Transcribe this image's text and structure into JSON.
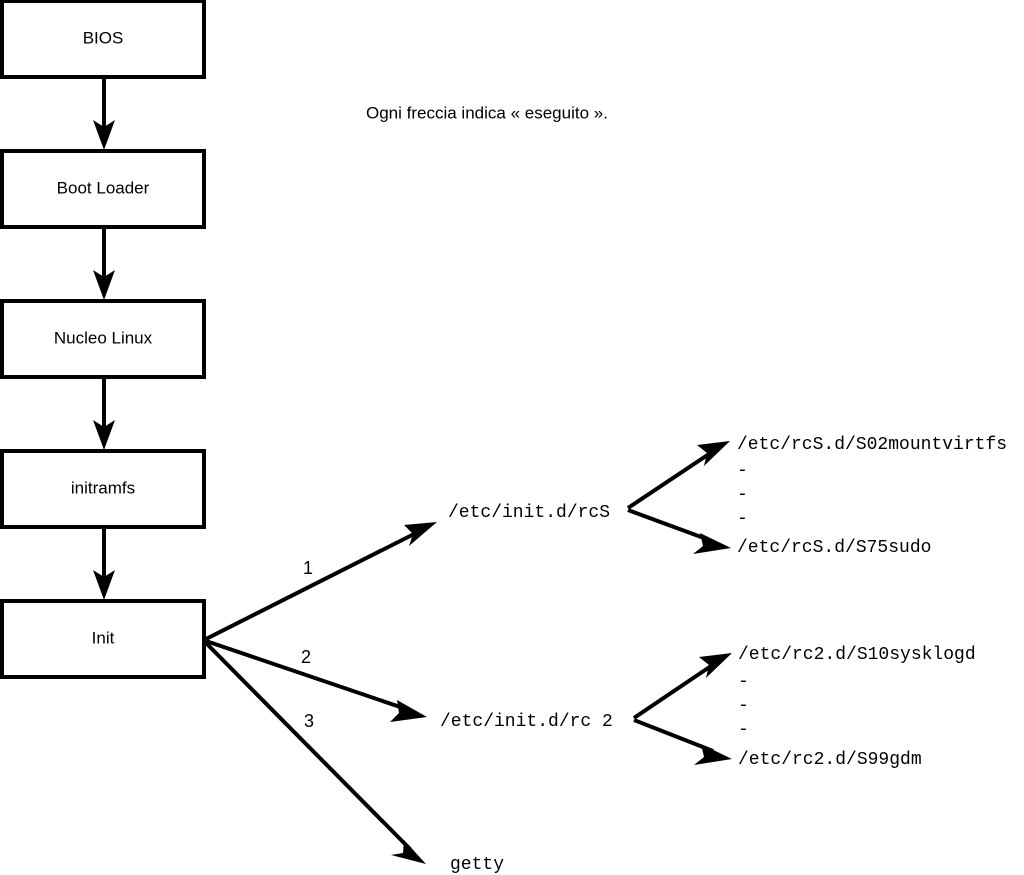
{
  "diagram": {
    "title_caption": "Ogni freccia indica « eseguito ».",
    "colors": {
      "stroke": "#000000",
      "fill": "#ffffff",
      "background": "#ffffff"
    },
    "boot_chain": [
      {
        "id": "bios",
        "label": "BIOS"
      },
      {
        "id": "bootloader",
        "label": "Boot Loader"
      },
      {
        "id": "kernel",
        "label": "Nucleo Linux"
      },
      {
        "id": "initramfs",
        "label": "initramfs"
      },
      {
        "id": "init",
        "label": "Init"
      }
    ],
    "init_branches": [
      {
        "number": "1",
        "target_label": "/etc/init.d/rcS"
      },
      {
        "number": "2",
        "target_label": "/etc/init.d/rc 2"
      },
      {
        "number": "3",
        "target_label": "getty"
      }
    ],
    "rcs_scripts": {
      "first": "/etc/rcS.d/S02mountvirtfs",
      "ellipsis": [
        "-",
        "-",
        "-"
      ],
      "last": "/etc/rcS.d/S75sudo"
    },
    "rc2_scripts": {
      "first": "/etc/rc2.d/S10sysklogd",
      "ellipsis": [
        "-",
        "-",
        "-"
      ],
      "last": "/etc/rc2.d/S99gdm"
    }
  }
}
